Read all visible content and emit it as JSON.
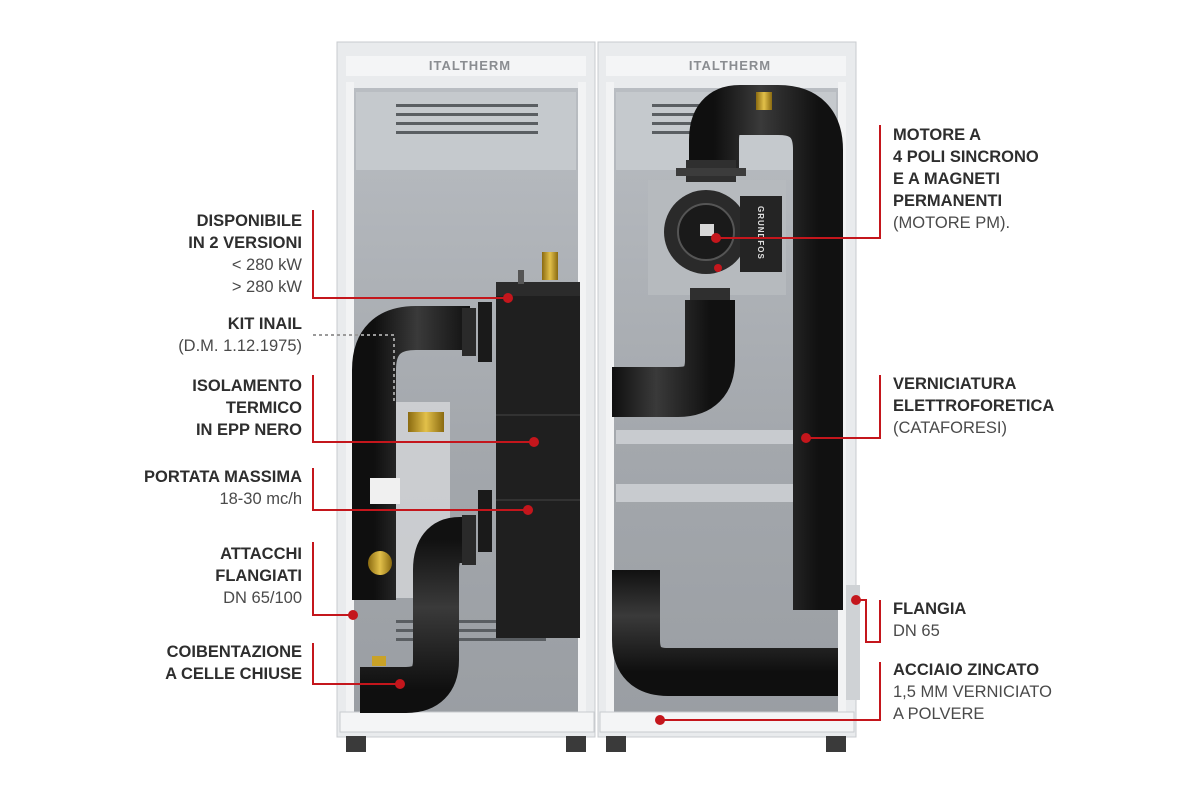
{
  "brand": {
    "left_logo": "ITALTHERM",
    "right_logo": "ITALTHERM",
    "pump_brand": "GRUNDFOS"
  },
  "colors": {
    "accent": "#c4161c",
    "cabinet_frame": "#eceef0",
    "cabinet_interior": "#a9adb2",
    "insulation": "#1e1e1e",
    "pump_body": "#2a2a2a",
    "brass": "#c9a227",
    "dotted_leader": "#9a9a9a"
  },
  "callouts": {
    "disponibile": {
      "bold": [
        "DISPONIBILE",
        "IN 2 VERSIONI"
      ],
      "normal": [
        "< 280 kW",
        "> 280 kW"
      ]
    },
    "kit_inail": {
      "bold": [
        "KIT INAIL"
      ],
      "normal": [
        "(D.M. 1.12.1975)"
      ]
    },
    "isolamento": {
      "bold": [
        "ISOLAMENTO",
        "TERMICO",
        "IN EPP NERO"
      ],
      "normal": []
    },
    "portata": {
      "bold": [
        "PORTATA MASSIMA"
      ],
      "normal": [
        "18-30 mc/h"
      ]
    },
    "attacchi": {
      "bold": [
        "ATTACCHI",
        "FLANGIATI"
      ],
      "normal": [
        "DN 65/100"
      ]
    },
    "coibentazione": {
      "bold": [
        "COIBENTAZIONE",
        "A CELLE CHIUSE"
      ],
      "normal": []
    },
    "motore": {
      "bold": [
        "MOTORE A",
        "4 POLI SINCRONO",
        "E A MAGNETI",
        "PERMANENTI"
      ],
      "normal": [
        "(MOTORE PM)."
      ]
    },
    "verniciatura": {
      "bold": [
        "VERNICIATURA",
        "ELETTROFORETICA"
      ],
      "normal": [
        "(CATAFORESI)"
      ]
    },
    "flangia": {
      "bold": [
        "FLANGIA"
      ],
      "normal": [
        "DN 65"
      ]
    },
    "acciaio": {
      "bold": [
        "ACCIAIO ZINCATO"
      ],
      "normal": [
        "1,5 MM VERNICIATO",
        "A POLVERE"
      ]
    }
  }
}
